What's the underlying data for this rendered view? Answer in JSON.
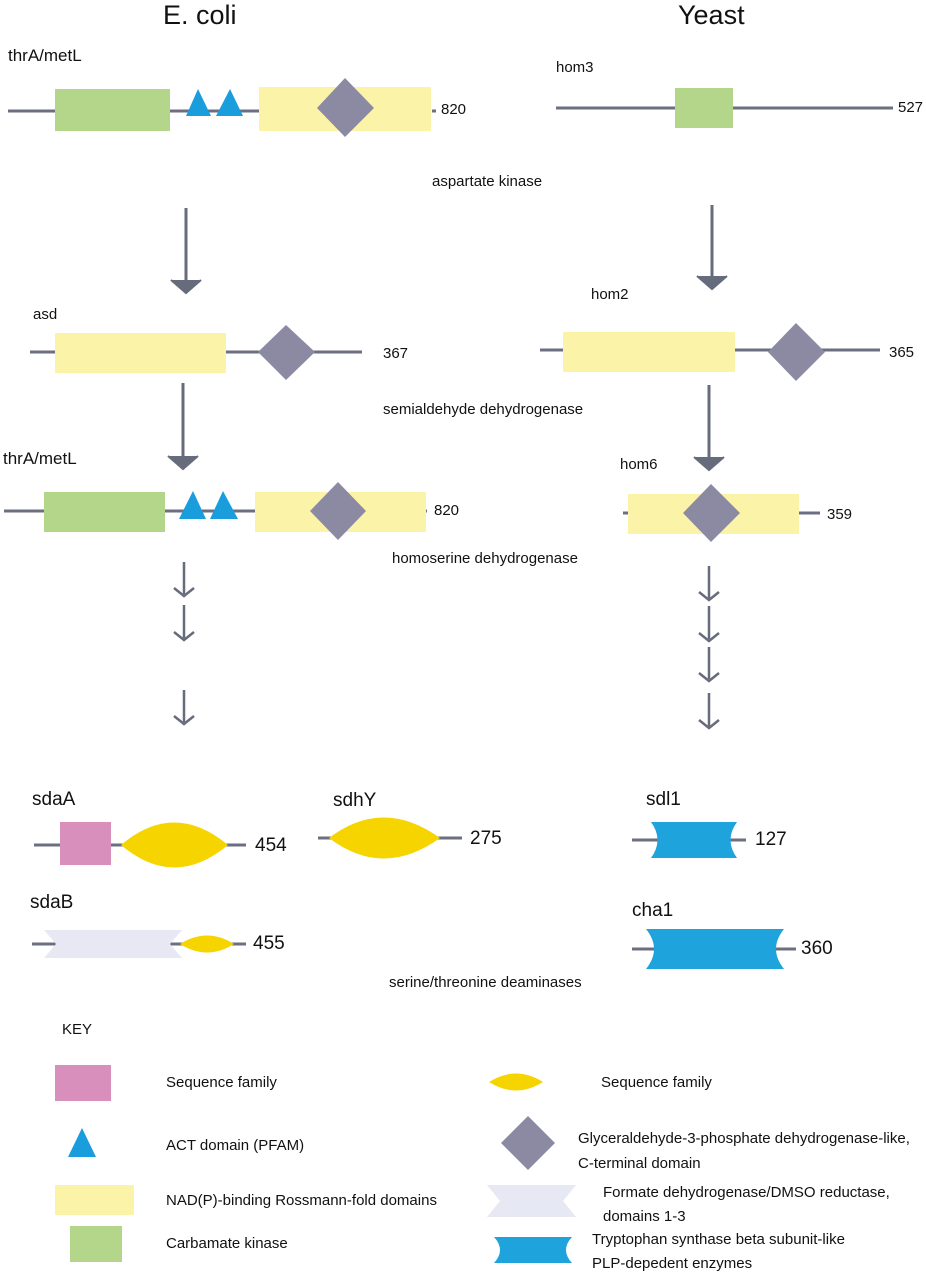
{
  "columns": {
    "left": "E. coli",
    "right": "Yeast"
  },
  "genes": {
    "ecoli_thrA_top": {
      "name": "thrA/metL",
      "length": "820"
    },
    "yeast_hom3": {
      "name": "hom3",
      "length": "527"
    },
    "ecoli_asd": {
      "name": "asd",
      "length": "367"
    },
    "yeast_hom2": {
      "name": "hom2",
      "length": "365"
    },
    "ecoli_thrA_mid": {
      "name": "thrA/metL",
      "length": "820"
    },
    "yeast_hom6": {
      "name": "hom6",
      "length": "359"
    },
    "ecoli_sdaA": {
      "name": "sdaA",
      "length": "454"
    },
    "ecoli_sdhY": {
      "name": "sdhY",
      "length": "275"
    },
    "yeast_sdl1": {
      "name": "sdl1",
      "length": "127"
    },
    "ecoli_sdaB": {
      "name": "sdaB",
      "length": "455"
    },
    "yeast_cha1": {
      "name": "cha1",
      "length": "360"
    }
  },
  "steps": {
    "aspartate_kinase": "aspartate kinase",
    "semialdehyde": "semialdehyde dehydrogenase",
    "homoserine": "homoserine dehydrogenase",
    "deaminases": "serine/threonine deaminases"
  },
  "key": {
    "title": "KEY",
    "items": [
      {
        "shape": "pink-rect",
        "label": "Sequence family"
      },
      {
        "shape": "blue-triangle",
        "label": "ACT domain (PFAM)"
      },
      {
        "shape": "yellow-rect",
        "label": "NAD(P)-binding Rossmann-fold domains"
      },
      {
        "shape": "green-rect",
        "label": "Carbamate kinase"
      },
      {
        "shape": "yellow-lens",
        "label": "Sequence family"
      },
      {
        "shape": "grey-diamond",
        "label_line1": "Glyceraldehyde-3-phosphate dehydrogenase-like,",
        "label_line2": "C-terminal domain"
      },
      {
        "shape": "lavender-bowtie",
        "label_line1": "Formate dehydrogenase/DMSO reductase,",
        "label_line2": "domains 1-3"
      },
      {
        "shape": "blue-hourglass",
        "label_line1": "Tryptophan synthase beta subunit-like",
        "label_line2": "PLP-depedent enzymes"
      }
    ]
  },
  "colors": {
    "backbone": "#6b6f80",
    "carbamate_kinase": "#b3d68a",
    "rossmann": "#fbf3a8",
    "act_domain": "#1a9ddc",
    "gapdh_c": "#8c8aa3",
    "sequence_family_pink": "#d98fbc",
    "sequence_family_yellow": "#f5d400",
    "formate_dh": "#e6e8f4",
    "tryptophan_synthase": "#1fa3dc",
    "arrow": "#676c7c"
  }
}
